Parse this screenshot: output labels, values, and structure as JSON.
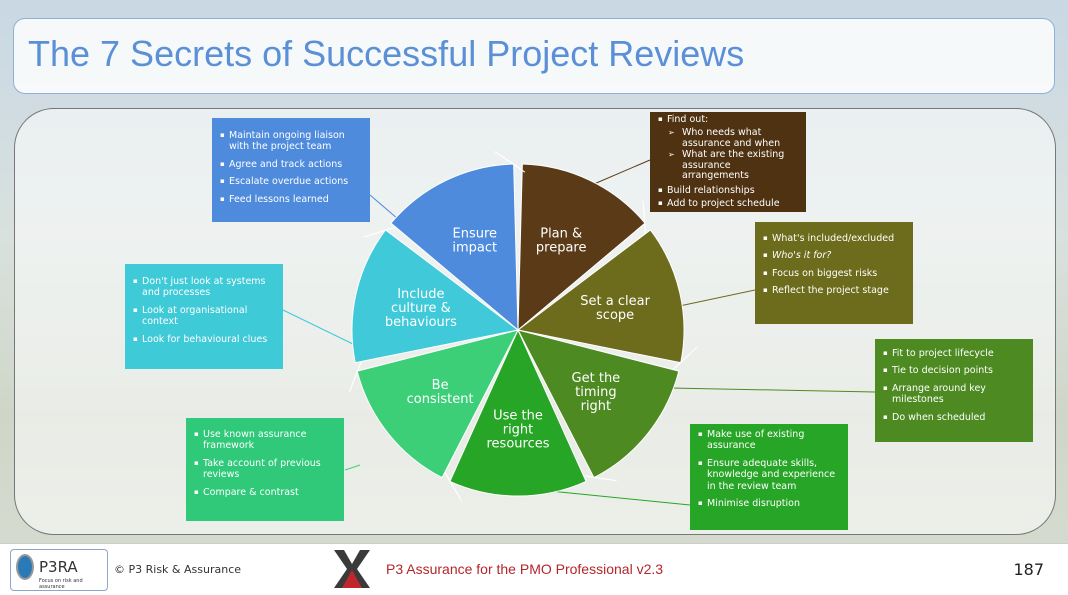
{
  "title": "The 7 Secrets of Successful Project Reviews",
  "segments": [
    {
      "label": "Plan &\nprepare",
      "color": "#5a3a17"
    },
    {
      "label": "Set a clear\nscope",
      "color": "#6d6b1c"
    },
    {
      "label": "Get the\ntiming\nright",
      "color": "#4e8a22"
    },
    {
      "label": "Use the\nright\nresources",
      "color": "#27a526"
    },
    {
      "label": "Be\nconsistent",
      "color": "#3dcf78"
    },
    {
      "label": "Include\nculture &\nbehaviours",
      "color": "#40c9d8"
    },
    {
      "label": "Ensure\nimpact",
      "color": "#4f8bdc"
    }
  ],
  "boxes": {
    "plan": {
      "intro": "Find out:",
      "subs": [
        "Who needs what assurance and when",
        "What are the existing assurance arrangements"
      ],
      "items": [
        "Build relationships",
        "Add to project schedule"
      ]
    },
    "scope": {
      "items": [
        "What's included/excluded",
        "Who's it for?",
        "Focus on biggest risks",
        "Reflect the project stage"
      ]
    },
    "timing": {
      "items": [
        "Fit to project lifecycle",
        "Tie to decision points",
        "Arrange around key milestones",
        "Do when scheduled"
      ]
    },
    "resources": {
      "items": [
        "Make use of existing assurance",
        "Ensure adequate skills, knowledge and experience in the review team",
        "Minimise disruption"
      ]
    },
    "consistent": {
      "items": [
        "Use known assurance framework",
        "Take account of previous reviews",
        "Compare & contrast"
      ]
    },
    "culture": {
      "items": [
        "Don't just look at systems and processes",
        "Look at organisational context",
        "Look for behavioural clues"
      ]
    },
    "impact": {
      "items": [
        "Maintain ongoing liaison with the project team",
        "Agree and track actions",
        "Escalate overdue actions",
        "Feed lessons learned"
      ]
    }
  },
  "footer": {
    "logo_text": "P3RA",
    "logo_tag": "Focus on risk and assurance",
    "copyright": "© P3 Risk & Assurance",
    "course": "P3 Assurance for the PMO Professional v2.3",
    "page": "187"
  }
}
